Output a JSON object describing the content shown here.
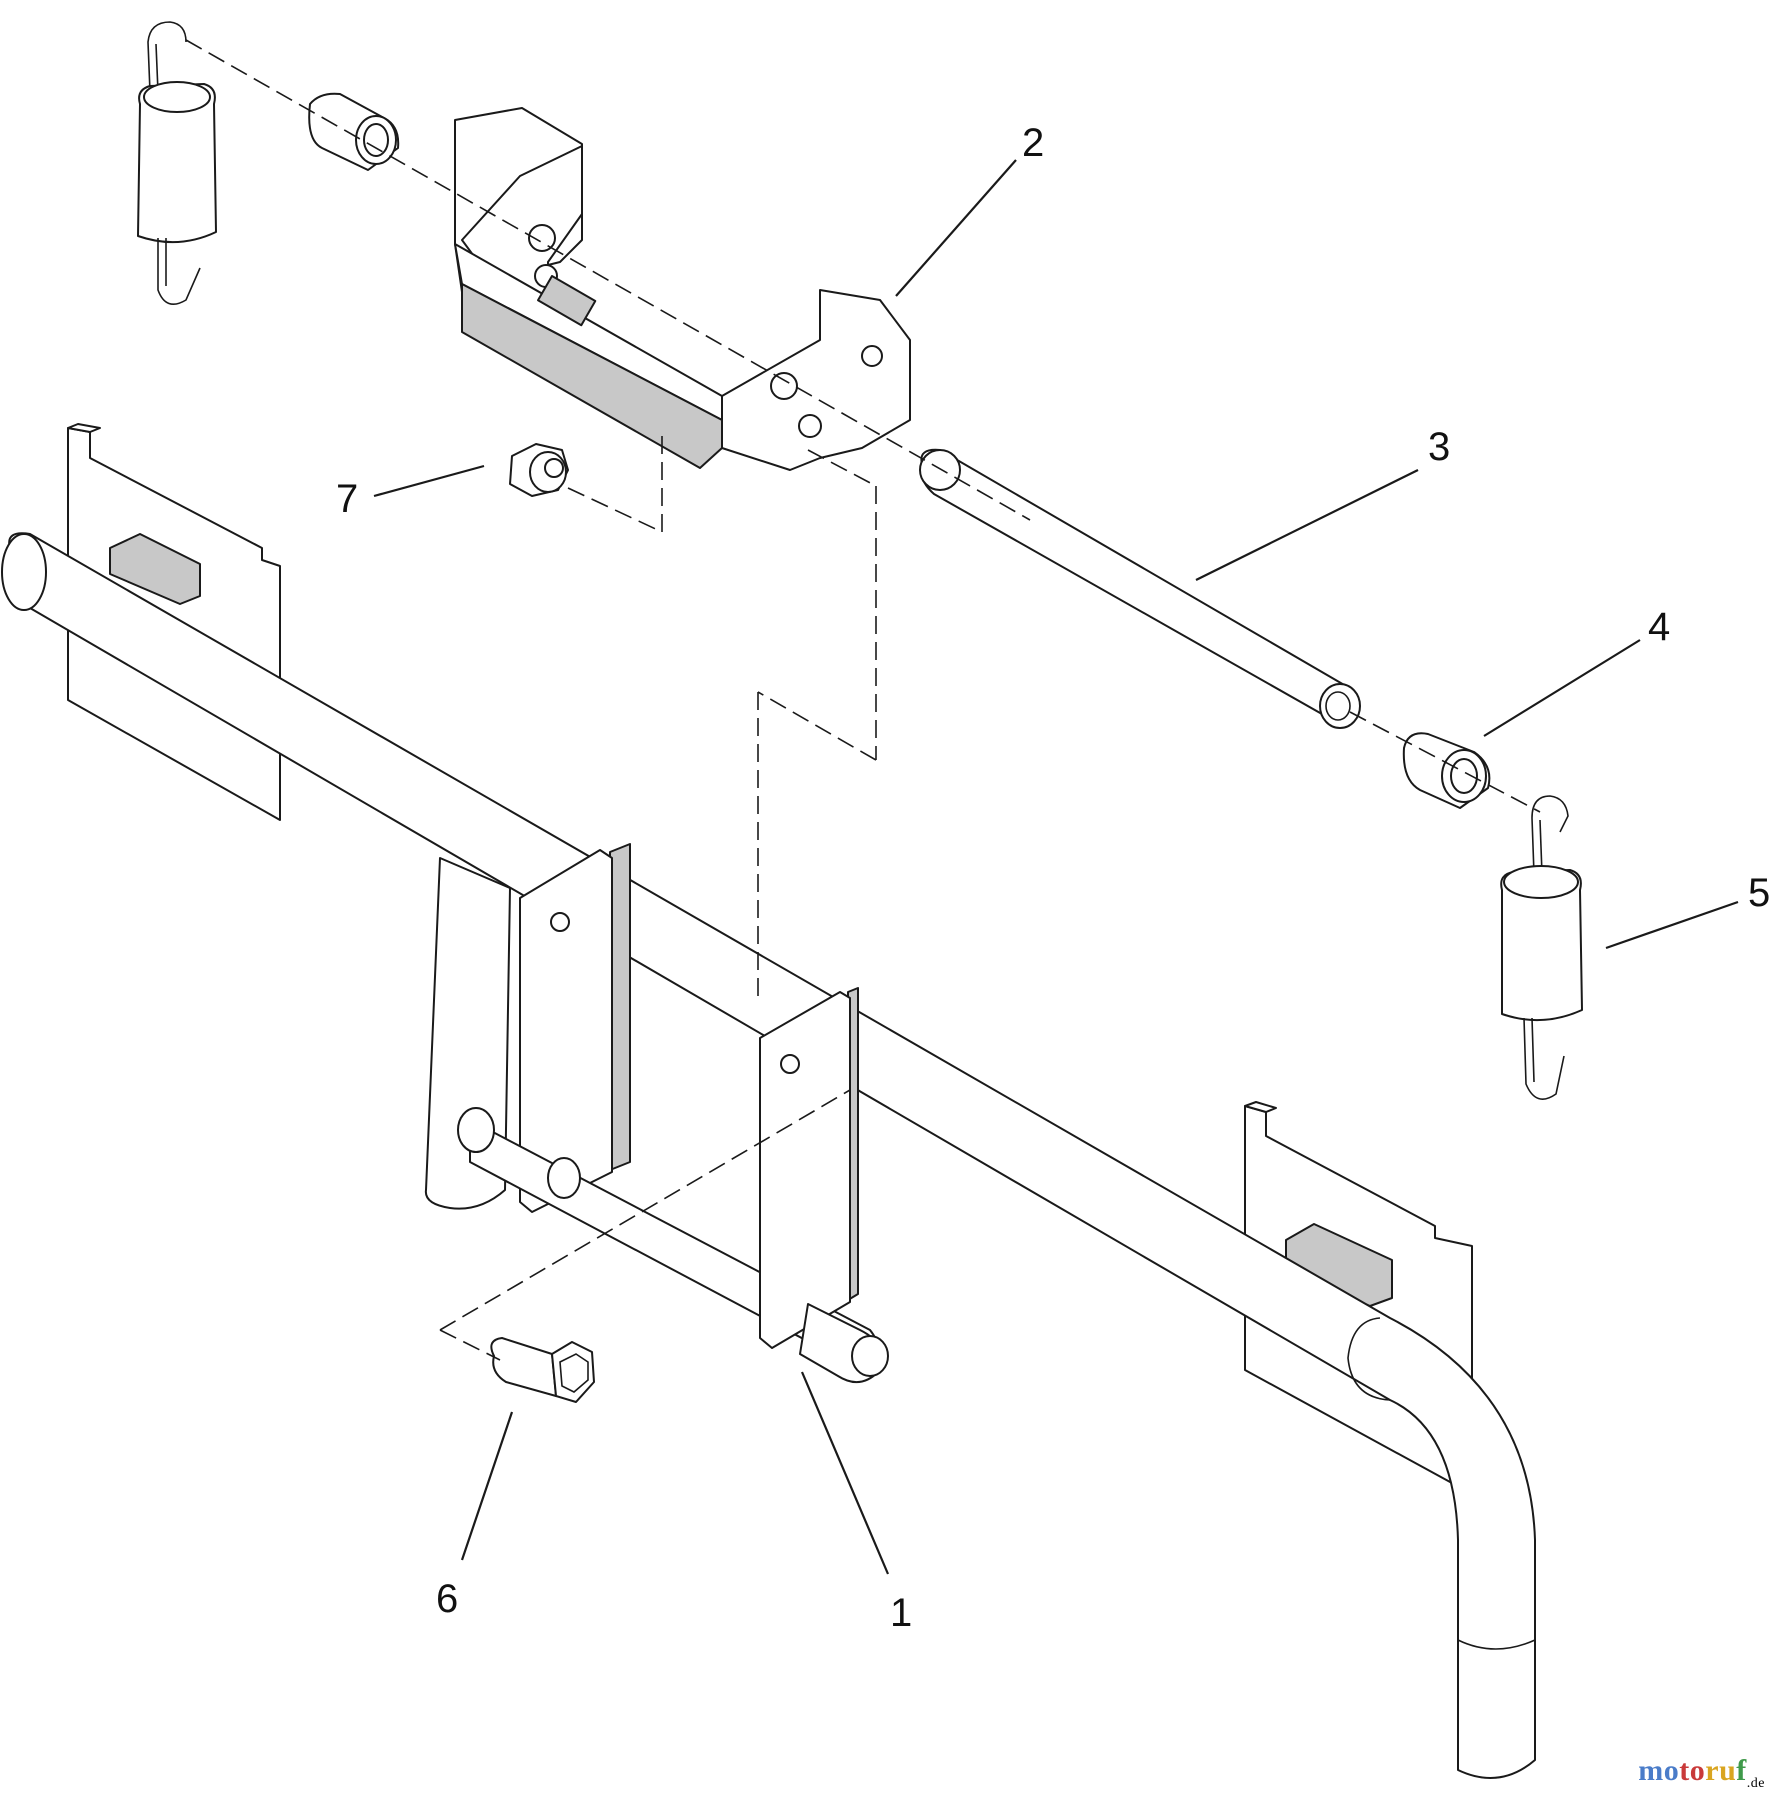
{
  "callouts": [
    "1",
    "2",
    "3",
    "4",
    "5",
    "6",
    "7"
  ],
  "watermark": {
    "text_parts": [
      "mo",
      "to",
      "ru",
      "f"
    ],
    "suffix": ".de"
  }
}
